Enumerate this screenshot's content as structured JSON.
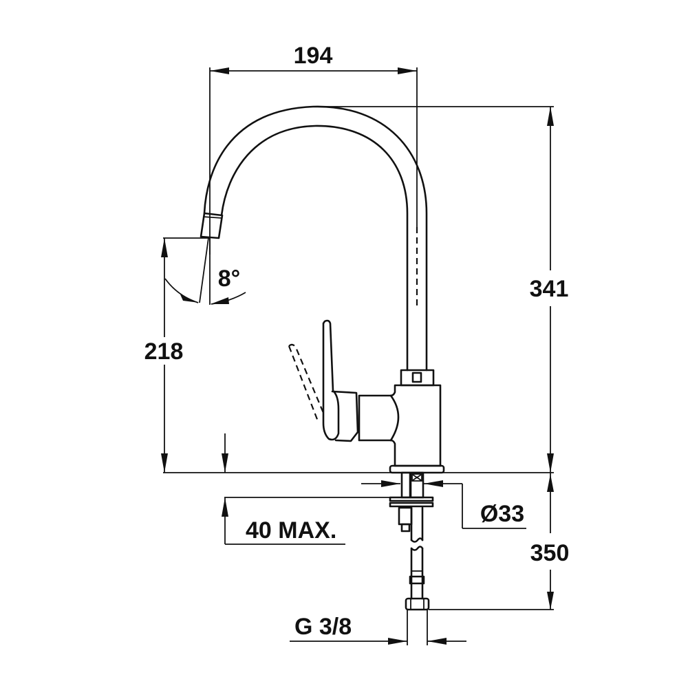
{
  "drawing": {
    "title": "Kitchen faucet technical dimension drawing",
    "units": "mm",
    "colors": {
      "line": "#111111",
      "background": "#ffffff"
    }
  },
  "dimensions": {
    "spout_reach": "194",
    "total_height": "341",
    "spout_outlet_height": "218",
    "spout_angle": "8°",
    "mounting_hole_diameter": "Ø33",
    "max_deck_thickness": "40 MAX.",
    "hose_length": "350",
    "connection_thread": "G 3/8"
  }
}
